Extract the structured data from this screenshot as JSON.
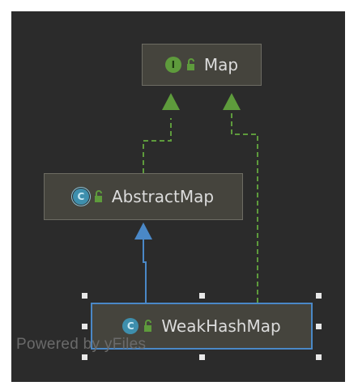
{
  "diagram": {
    "nodes": {
      "map": {
        "label": "Map",
        "kind_icon": "interface-icon",
        "badge_letter": "I"
      },
      "abstract_map": {
        "label": "AbstractMap",
        "kind_icon": "abstract-class-icon",
        "badge_letter": "C"
      },
      "weak_hash_map": {
        "label": "WeakHashMap",
        "kind_icon": "class-icon",
        "badge_letter": "C"
      }
    },
    "edges": [
      {
        "from": "AbstractMap",
        "to": "Map",
        "type": "implements"
      },
      {
        "from": "WeakHashMap",
        "to": "Map",
        "type": "implements"
      },
      {
        "from": "WeakHashMap",
        "to": "AbstractMap",
        "type": "extends"
      }
    ],
    "watermark": "Powered by yFiles"
  },
  "colors": {
    "background": "#2b2b2b",
    "node_fill": "#45443d",
    "implements_edge": "#5e9b3c",
    "extends_edge": "#4a88c7",
    "selection": "#4a88c7"
  }
}
